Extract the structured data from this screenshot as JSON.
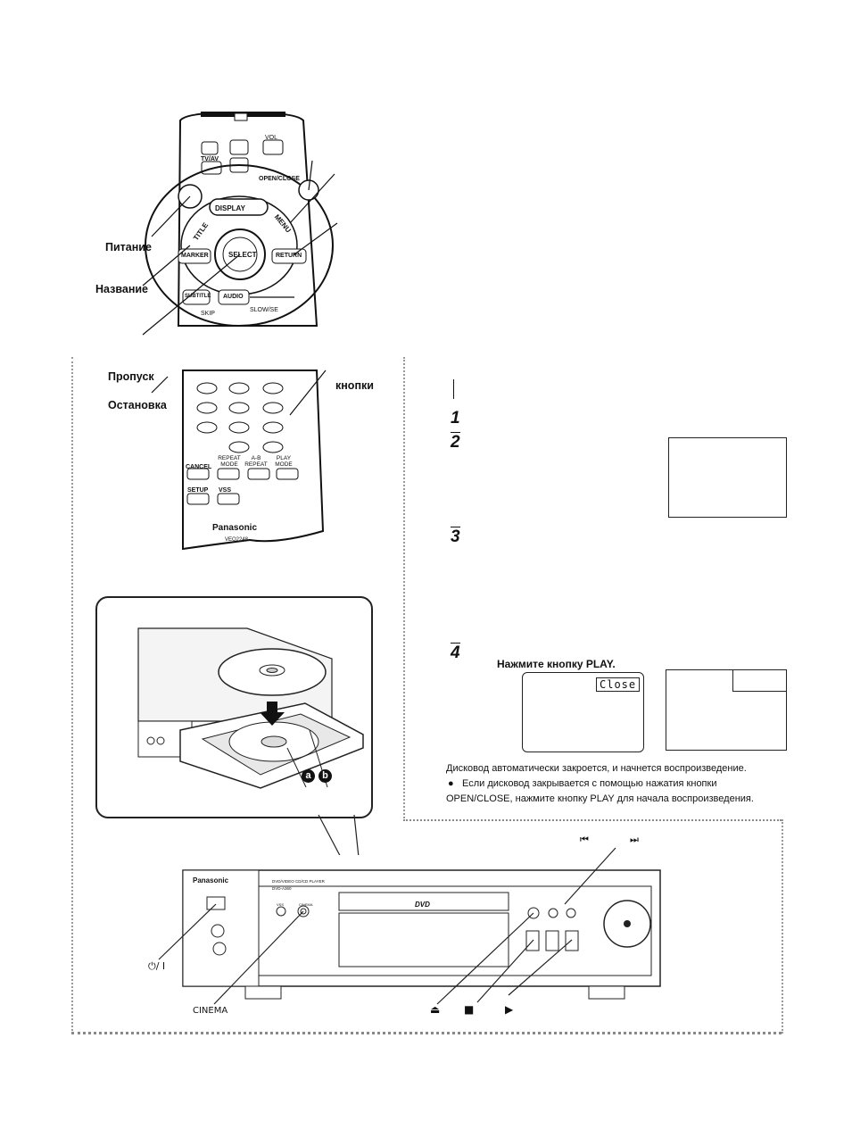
{
  "remote_labels": {
    "power": "Питание",
    "title": "Название",
    "skip": "Пропуск",
    "stop": "Остановка",
    "buttons": "кнопки"
  },
  "remote_buttons": {
    "open_close": "OPEN/CLOSE",
    "display": "DISPLAY",
    "title": "TITLE",
    "menu": "MENU",
    "select": "SELECT",
    "marker": "MARKER",
    "return": "RETURN",
    "subtitle": "SUBTITLE",
    "audio": "AUDIO",
    "skip": "SKIP",
    "slow_search": "SLOW/SE",
    "tv_av": "TV/AV",
    "vol": "VOL",
    "cancel": "CANCEL",
    "repeat_mode": "REPEAT MODE",
    "ab_repeat": "A-B REPEAT",
    "play_mode": "PLAY MODE",
    "setup": "SETUP",
    "vss": "VSS",
    "brand": "Panasonic",
    "model": "VEQ2248"
  },
  "steps": {
    "s1": "1",
    "s2": "2",
    "s3": "3",
    "s4": "4",
    "s4_text": "Нажмите кнопку PLAY."
  },
  "screen": {
    "close_tag": "Close"
  },
  "tray_labels": {
    "a": "a",
    "b": "b"
  },
  "notes": {
    "line1": "Дисковод автоматически закроется, и начнется воспроизведение.",
    "bullet": "●",
    "line2": "Если дисковод закрывается с помощью нажатия кнопки",
    "line3": "OPEN/CLOSE, нажмите кнопку PLAY для начала воспроизведения."
  },
  "player": {
    "brand": "Panasonic",
    "model_line1": "DVD/VIDEO CD/CD PLAYER",
    "model_line2": "DVD-A360",
    "dvd_logo": "DVD",
    "vss": "VSS",
    "cinema_small": "CINEMA",
    "power_symbol": "⏻/ I",
    "cinema_label": "CINEMA",
    "skip_back": "⏮",
    "skip_fwd": "⏭",
    "eject": "⏏",
    "stop": "■",
    "play": "▶"
  },
  "colors": {
    "ink": "#111111",
    "line": "#222222",
    "dotted": "#888888"
  }
}
